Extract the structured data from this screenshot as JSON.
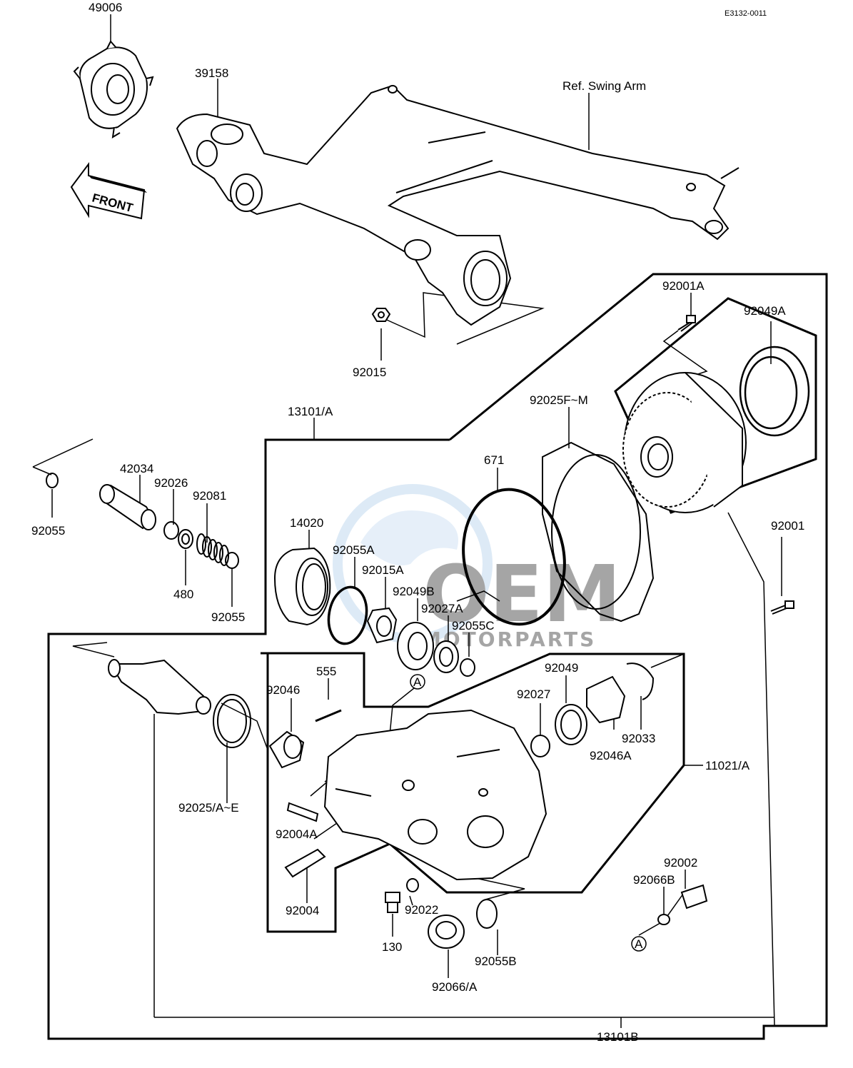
{
  "doc_code": "E3132-0011",
  "front_label": "FRONT",
  "watermark": {
    "brand": "OEM",
    "sub": "MOTORPARTS"
  },
  "labels": {
    "l49006": "49006",
    "l39158": "39158",
    "ref_swing_arm": "Ref. Swing Arm",
    "l92015": "92015",
    "l92001A": "92001A",
    "l92049A": "92049A",
    "l13101A": "13101/A",
    "l92025FM": "92025F~M",
    "l671": "671",
    "l92001": "92001",
    "l42034": "42034",
    "l92026": "92026",
    "l92081": "92081",
    "l92055_left": "92055",
    "l480": "480",
    "l92055_b": "92055",
    "l14020": "14020",
    "l92055A": "92055A",
    "l92015A": "92015A",
    "l92049B": "92049B",
    "l92027A": "92027A",
    "l92055C": "92055C",
    "l555": "555",
    "l92046": "92046",
    "l92049": "92049",
    "l92027": "92027",
    "l92033": "92033",
    "l92046A": "92046A",
    "l11021A": "11021/A",
    "l92025AE": "92025/A~E",
    "l92004A": "92004A",
    "l92004": "92004",
    "l92022": "92022",
    "l130": "130",
    "l92055B": "92055B",
    "l92066A": "92066/A",
    "l92002": "92002",
    "l92066B": "92066B",
    "l13101B": "13101B",
    "marker_a1": "A",
    "marker_a2": "A"
  }
}
